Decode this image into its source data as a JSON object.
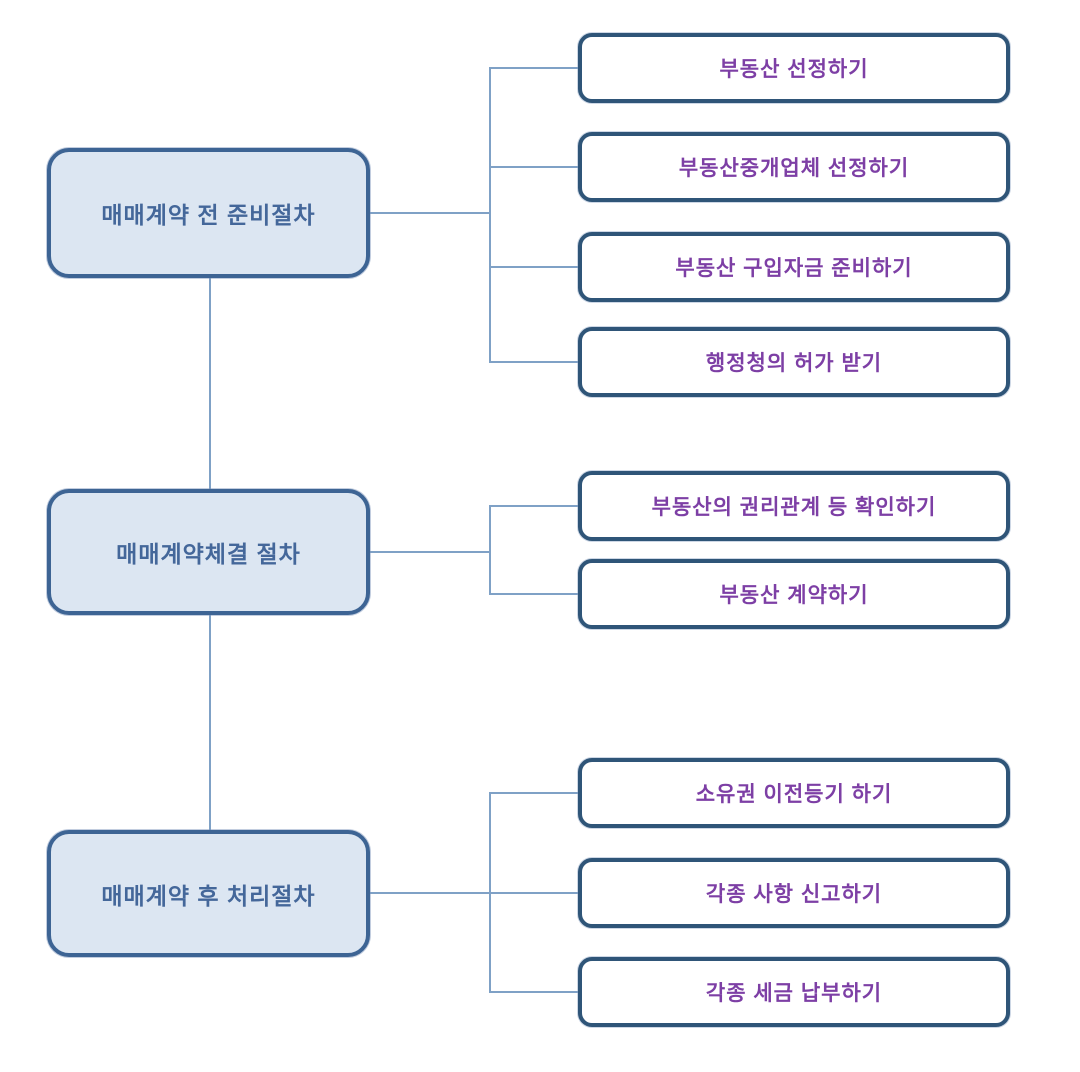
{
  "colors": {
    "stage_fill": "#dce6f2",
    "stage_border": "#3d6494",
    "stage_text": "#44679a",
    "step_fill": "#ffffff",
    "step_border": "#2f5578",
    "step_text": "#7d3fa5",
    "connector": "#7fa1c6",
    "background": "#ffffff"
  },
  "flowchart": {
    "stages": [
      {
        "label": "매매계약 전 준비절차",
        "steps": [
          {
            "label": "부동산 선정하기"
          },
          {
            "label": "부동산중개업체 선정하기"
          },
          {
            "label": "부동산 구입자금 준비하기"
          },
          {
            "label": "행정청의 허가 받기"
          }
        ]
      },
      {
        "label": "매매계약체결 절차",
        "steps": [
          {
            "label": "부동산의 권리관계 등 확인하기"
          },
          {
            "label": "부동산 계약하기"
          }
        ]
      },
      {
        "label": "매매계약 후 처리절차",
        "steps": [
          {
            "label": "소유권 이전등기 하기"
          },
          {
            "label": "각종 사항 신고하기"
          },
          {
            "label": "각종 세금 납부하기"
          }
        ]
      }
    ]
  }
}
